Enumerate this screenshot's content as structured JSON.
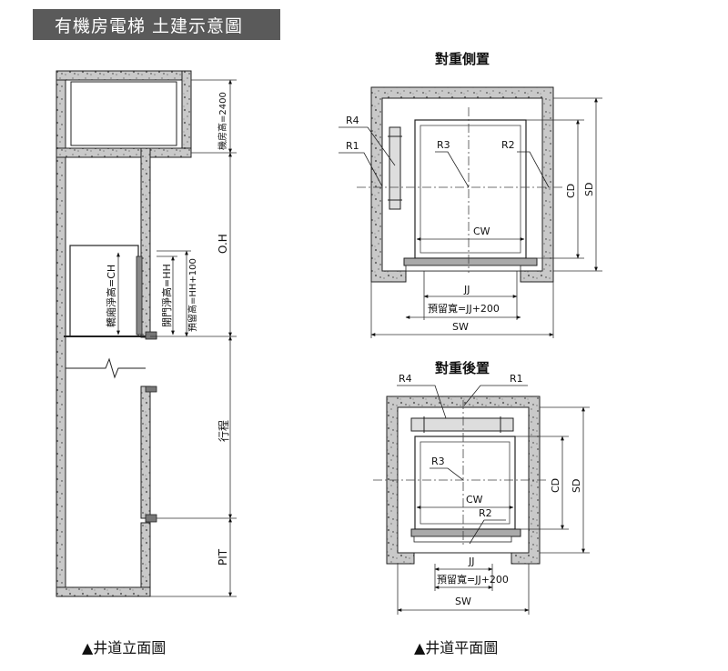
{
  "header": {
    "title": "有機房電梯 土建示意圖"
  },
  "elevation": {
    "caption": "▲井道立面圖",
    "labels": {
      "machine_room_height": "機房高=2400",
      "overhead": "O.H",
      "car_height": "轎廂淨高=CH",
      "door_height": "開門淨高=HH",
      "reserved_height": "預留高=HH+100",
      "travel": "行程",
      "pit": "PIT"
    }
  },
  "plan_side": {
    "title": "對重側置",
    "labels": {
      "r4": "R4",
      "r1": "R1",
      "r3": "R3",
      "r2": "R2",
      "cw": "CW",
      "jj": "JJ",
      "reserved_width": "預留寬=JJ+200",
      "sw": "SW",
      "cd": "CD",
      "sd": "SD"
    }
  },
  "plan_rear": {
    "title": "對重後置",
    "caption": "▲井道平面圖",
    "labels": {
      "r4": "R4",
      "r1": "R1",
      "r3": "R3",
      "r2": "R2",
      "cw": "CW",
      "jj": "JJ",
      "reserved_width": "預留寬=JJ+200",
      "sw": "SW",
      "cd": "CD",
      "sd": "SD"
    }
  }
}
